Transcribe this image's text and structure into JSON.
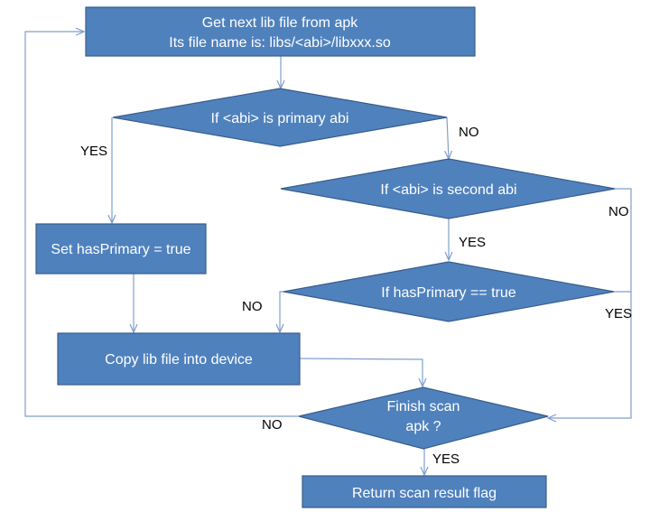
{
  "nodes": {
    "get_next": {
      "line1": "Get next lib file from apk",
      "line2": "Its file name is: libs/<abi>/libxxx.so"
    },
    "primary_check": {
      "label": "If <abi> is primary abi"
    },
    "second_check": {
      "label": "If <abi> is second abi"
    },
    "set_primary": {
      "label": "Set hasPrimary = true"
    },
    "has_primary_check": {
      "label": "If hasPrimary  == true"
    },
    "copy_lib": {
      "label": "Copy lib file into device"
    },
    "finish_scan": {
      "line1": "Finish scan",
      "line2": "apk ?"
    },
    "return_flag": {
      "label": "Return scan result flag"
    }
  },
  "edge_labels": {
    "primary_yes": "YES",
    "primary_no": "NO",
    "second_no": "NO",
    "second_yes": "YES",
    "has_primary_no": "NO",
    "has_primary_yes": "YES",
    "finish_no": "NO",
    "finish_yes": "YES"
  },
  "colors": {
    "shape_fill": "#4f81bd",
    "shape_border": "#385d8a",
    "connector": "#7f9fcb"
  }
}
